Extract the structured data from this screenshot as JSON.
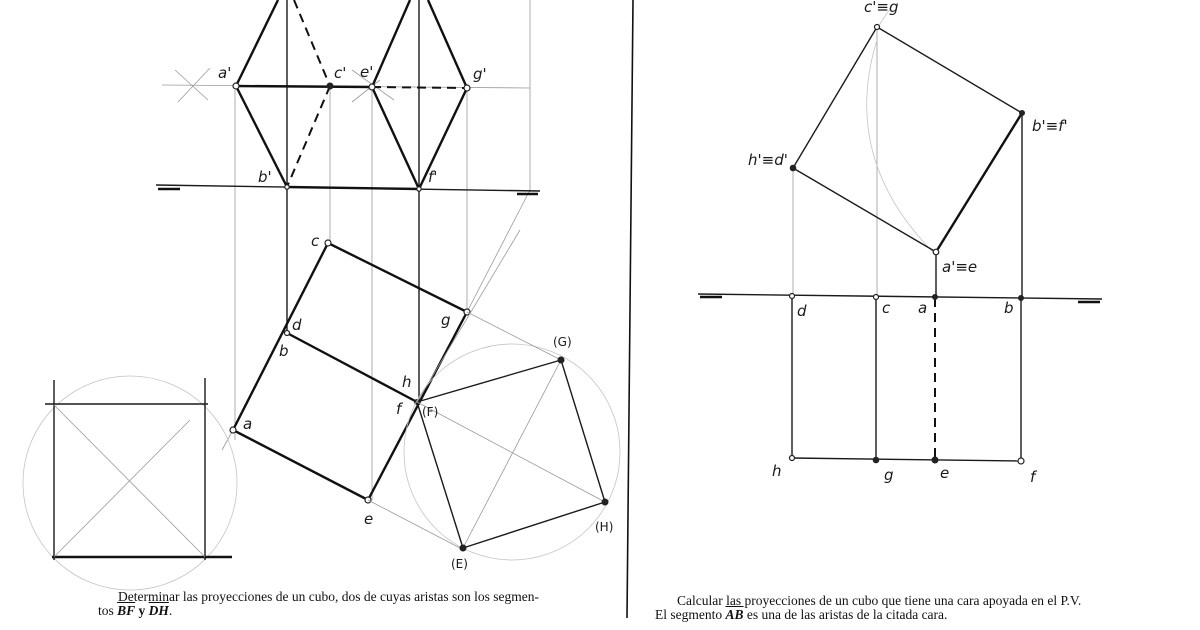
{
  "left_exercise": {
    "caption_line1": "Determinar las proyecciones de un cubo, dos de cuyas aristas son los segmen-",
    "caption_line2_prefix": "tos ",
    "segment1": "BF",
    "caption_conj": " y ",
    "segment2": "DH",
    "caption_end": ".",
    "elevation_labels": {
      "a1": "a'",
      "c1": "c'",
      "e1": "e'",
      "g1": "g'",
      "b1": "b'",
      "f1": "f'"
    },
    "plan_labels": {
      "c": "c",
      "d": "d",
      "b": "b",
      "g": "g",
      "h": "h",
      "f": "f",
      "a": "a",
      "e": "e"
    },
    "rabatment_labels": {
      "F": "(F)",
      "G": "(G)",
      "H": "(H)",
      "E": "(E)"
    }
  },
  "right_exercise": {
    "caption_line1": "Calcular las proyecciones de un cubo que tiene una cara apoyada en el P.V.",
    "caption_line2_prefix": "El segmento ",
    "segment": "AB",
    "caption_line2_suffix": " es una de las aristas de la citada cara.",
    "elevation_labels": {
      "c1g": "c'≡g",
      "b1f1": "b'≡f'",
      "h1d1": "h'≡d'",
      "a1e": "a'≡e"
    },
    "plan_labels": {
      "d": "d",
      "c": "c",
      "a": "a",
      "b": "b",
      "h": "h",
      "g": "g",
      "e": "e",
      "f": "f"
    }
  }
}
